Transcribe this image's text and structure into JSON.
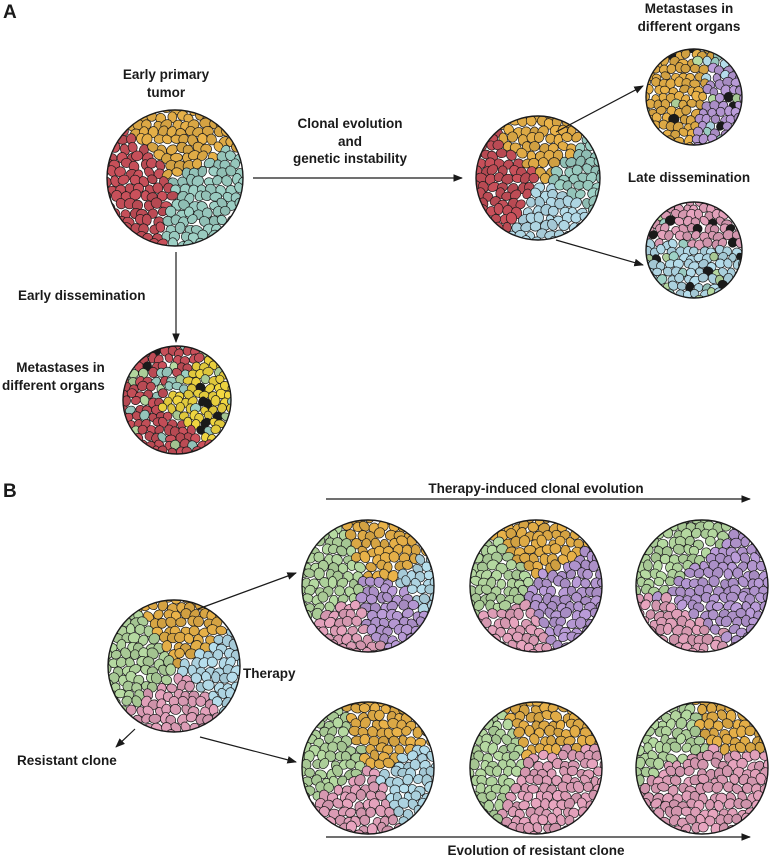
{
  "panel_a": {
    "letter": "A",
    "early_primary_tumor": [
      "Early primary",
      "tumor"
    ],
    "clonal_evolution": [
      "Clonal evolution",
      "and",
      "genetic instability"
    ],
    "metastases_top": [
      "Metastases in",
      "different organs"
    ],
    "late_dissemination": "Late dissemination",
    "early_dissemination": "Early dissemination",
    "metastases_bottom": [
      "Metastases in",
      "different organs"
    ]
  },
  "panel_b": {
    "letter": "B",
    "therapy_induced": "Therapy-induced clonal evolution",
    "therapy": "Therapy",
    "resistant_clone": "Resistant clone",
    "evolution_resistant": "Evolution of resistant clone"
  },
  "clone_colors": {
    "red": "#c8505a",
    "orange": "#e6b048",
    "teal": "#9ccfc4",
    "lightblue": "#b4dcea",
    "purple": "#b89ad6",
    "green": "#b4d8a0",
    "pink": "#e4a2bc",
    "yellow": "#f0d640",
    "outline": "#1a1a1a"
  }
}
